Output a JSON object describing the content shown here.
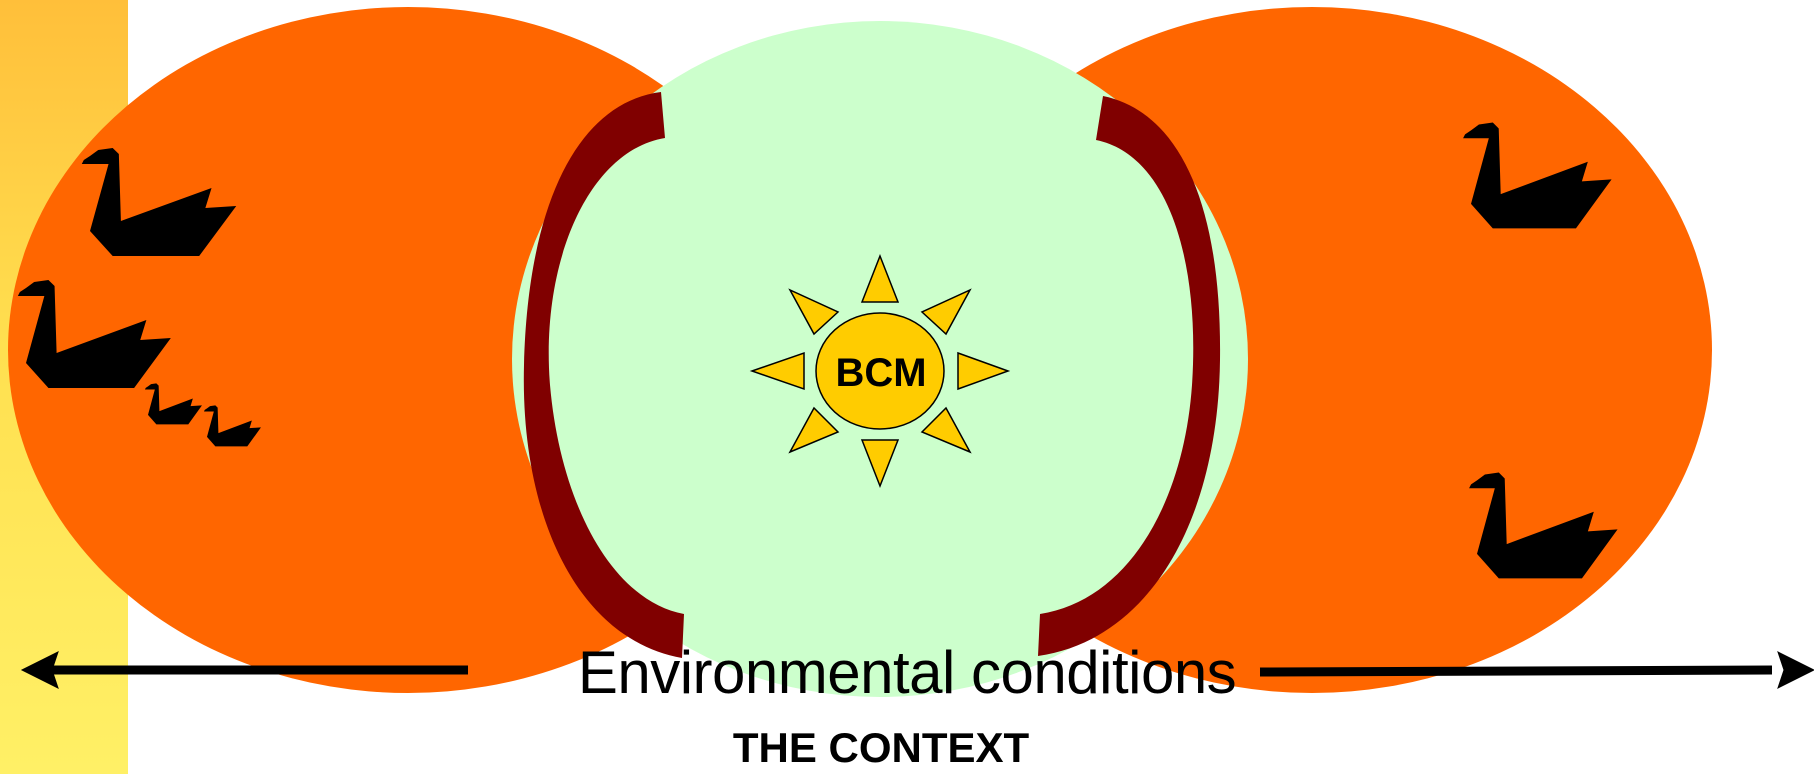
{
  "diagram": {
    "center_label": "BCM",
    "axis_label": "Environmental conditions",
    "caption": "THE CONTEXT"
  },
  "colors": {
    "left_bar_top": "#ffc840",
    "left_bar_bottom": "#ffee60",
    "outer_ellipse": "#ff6600",
    "inner_circle": "#ccffcc",
    "boundary_arc": "#800000",
    "sun_fill": "#ffcc00",
    "swan": "#000000",
    "arrow": "#000000"
  },
  "icons": {
    "sun": "sun-icon",
    "swan": "swan-icon",
    "arrow": "double-headed-arrow"
  }
}
